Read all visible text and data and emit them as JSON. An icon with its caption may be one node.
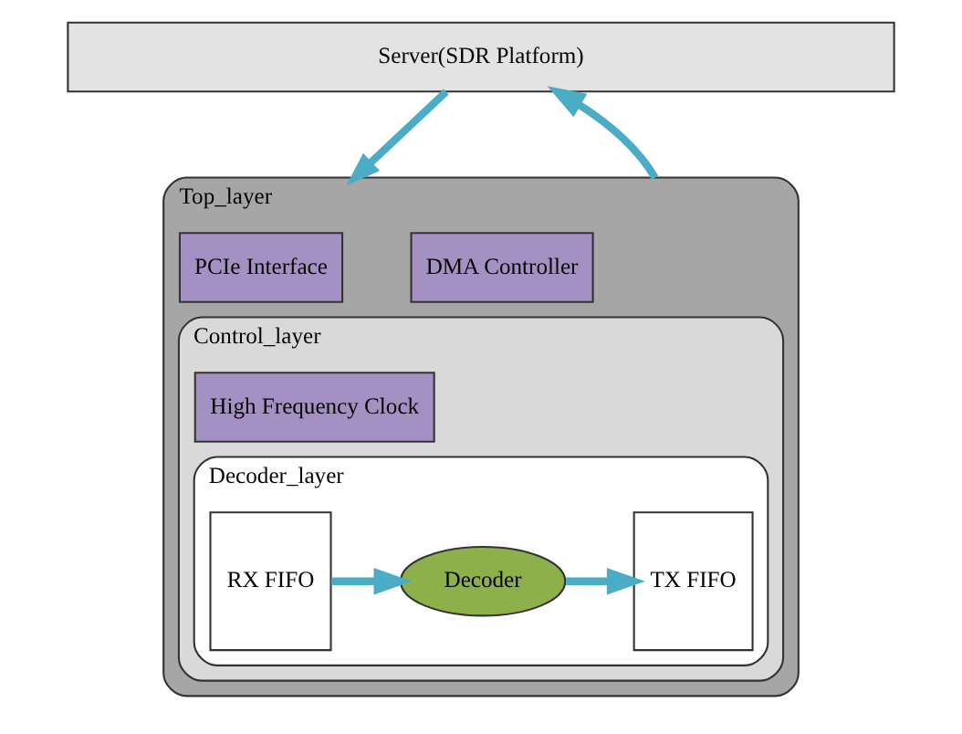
{
  "diagram": {
    "nodes": [
      {
        "text": [
          "Server(SDR Platform)"
        ]
      },
      {
        "text": [
          "Top_layer"
        ]
      },
      {
        "text": [
          "PCIe Interface"
        ],
        "in": 1
      },
      {
        "text": [
          "DMA Controller"
        ],
        "in": 1
      },
      {
        "text": [
          "Control_layer"
        ],
        "in": 1
      },
      {
        "text": [
          "High Frequency Clock"
        ],
        "in": 4
      },
      {
        "text": [
          "Decoder_layer"
        ],
        "in": 4
      },
      {
        "text": [
          "RX FIFO"
        ],
        "in": 6
      },
      {
        "text": [
          "Decoder"
        ],
        "in": 6
      },
      {
        "text": [
          "TX FIFO"
        ],
        "in": 6
      }
    ],
    "edges": [
      {
        "from": 0,
        "to": 1,
        "arrow": "to"
      },
      {
        "from": 1,
        "to": 0,
        "arrow": "to"
      },
      {
        "from": 7,
        "to": 8,
        "arrow": "to"
      },
      {
        "from": 8,
        "to": 9,
        "arrow": "to"
      }
    ]
  }
}
